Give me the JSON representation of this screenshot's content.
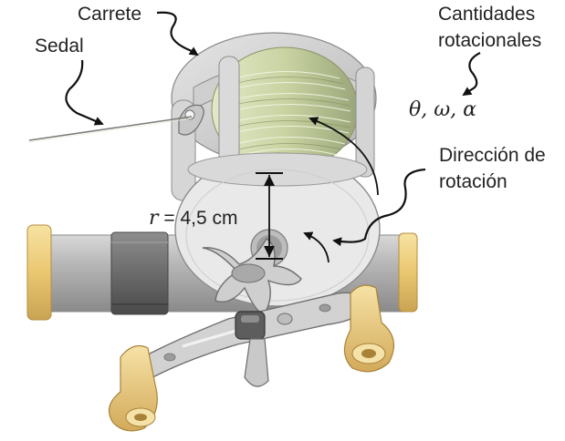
{
  "labels": {
    "reel": "Carrete",
    "line": "Sedal",
    "rotational_line1": "Cantidades",
    "rotational_line2": "rotacionales",
    "rotational_symbols": "θ, ω, α",
    "direction_line1": "Dirección de",
    "direction_line2": "rotación",
    "radius_symbol": "r",
    "radius_value": " = 4,5 cm"
  }
}
